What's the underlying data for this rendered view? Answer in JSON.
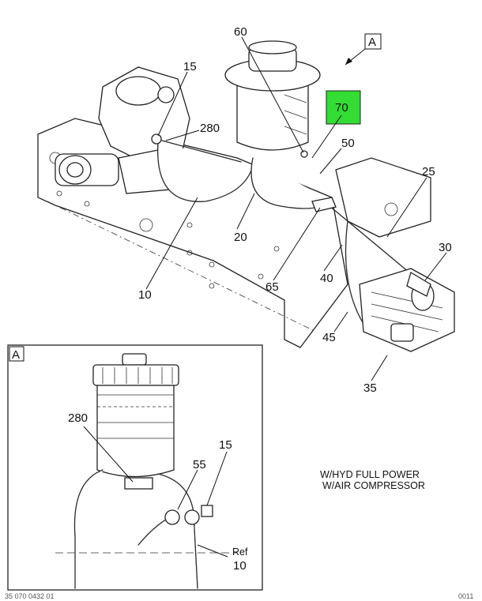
{
  "view_ref": "A",
  "detail_ref": "A",
  "callouts": {
    "c60": "60",
    "c15": "15",
    "c280": "280",
    "c70": "70",
    "c50": "50",
    "c25": "25",
    "c20": "20",
    "c10": "10",
    "c65": "65",
    "c40": "40",
    "c30": "30",
    "c45": "45",
    "c35": "35"
  },
  "detail_callouts": {
    "c280": "280",
    "c55": "55",
    "c15": "15",
    "ref": "Ref",
    "ref_num": "10"
  },
  "notes": {
    "line1": "W/HYD FULL POWER",
    "line2": "W/AIR COMPRESSOR"
  },
  "footer": {
    "left": "35 070 0432 01",
    "right": "0011"
  },
  "colors": {
    "highlight": "#33dd33",
    "line": "#111111"
  }
}
